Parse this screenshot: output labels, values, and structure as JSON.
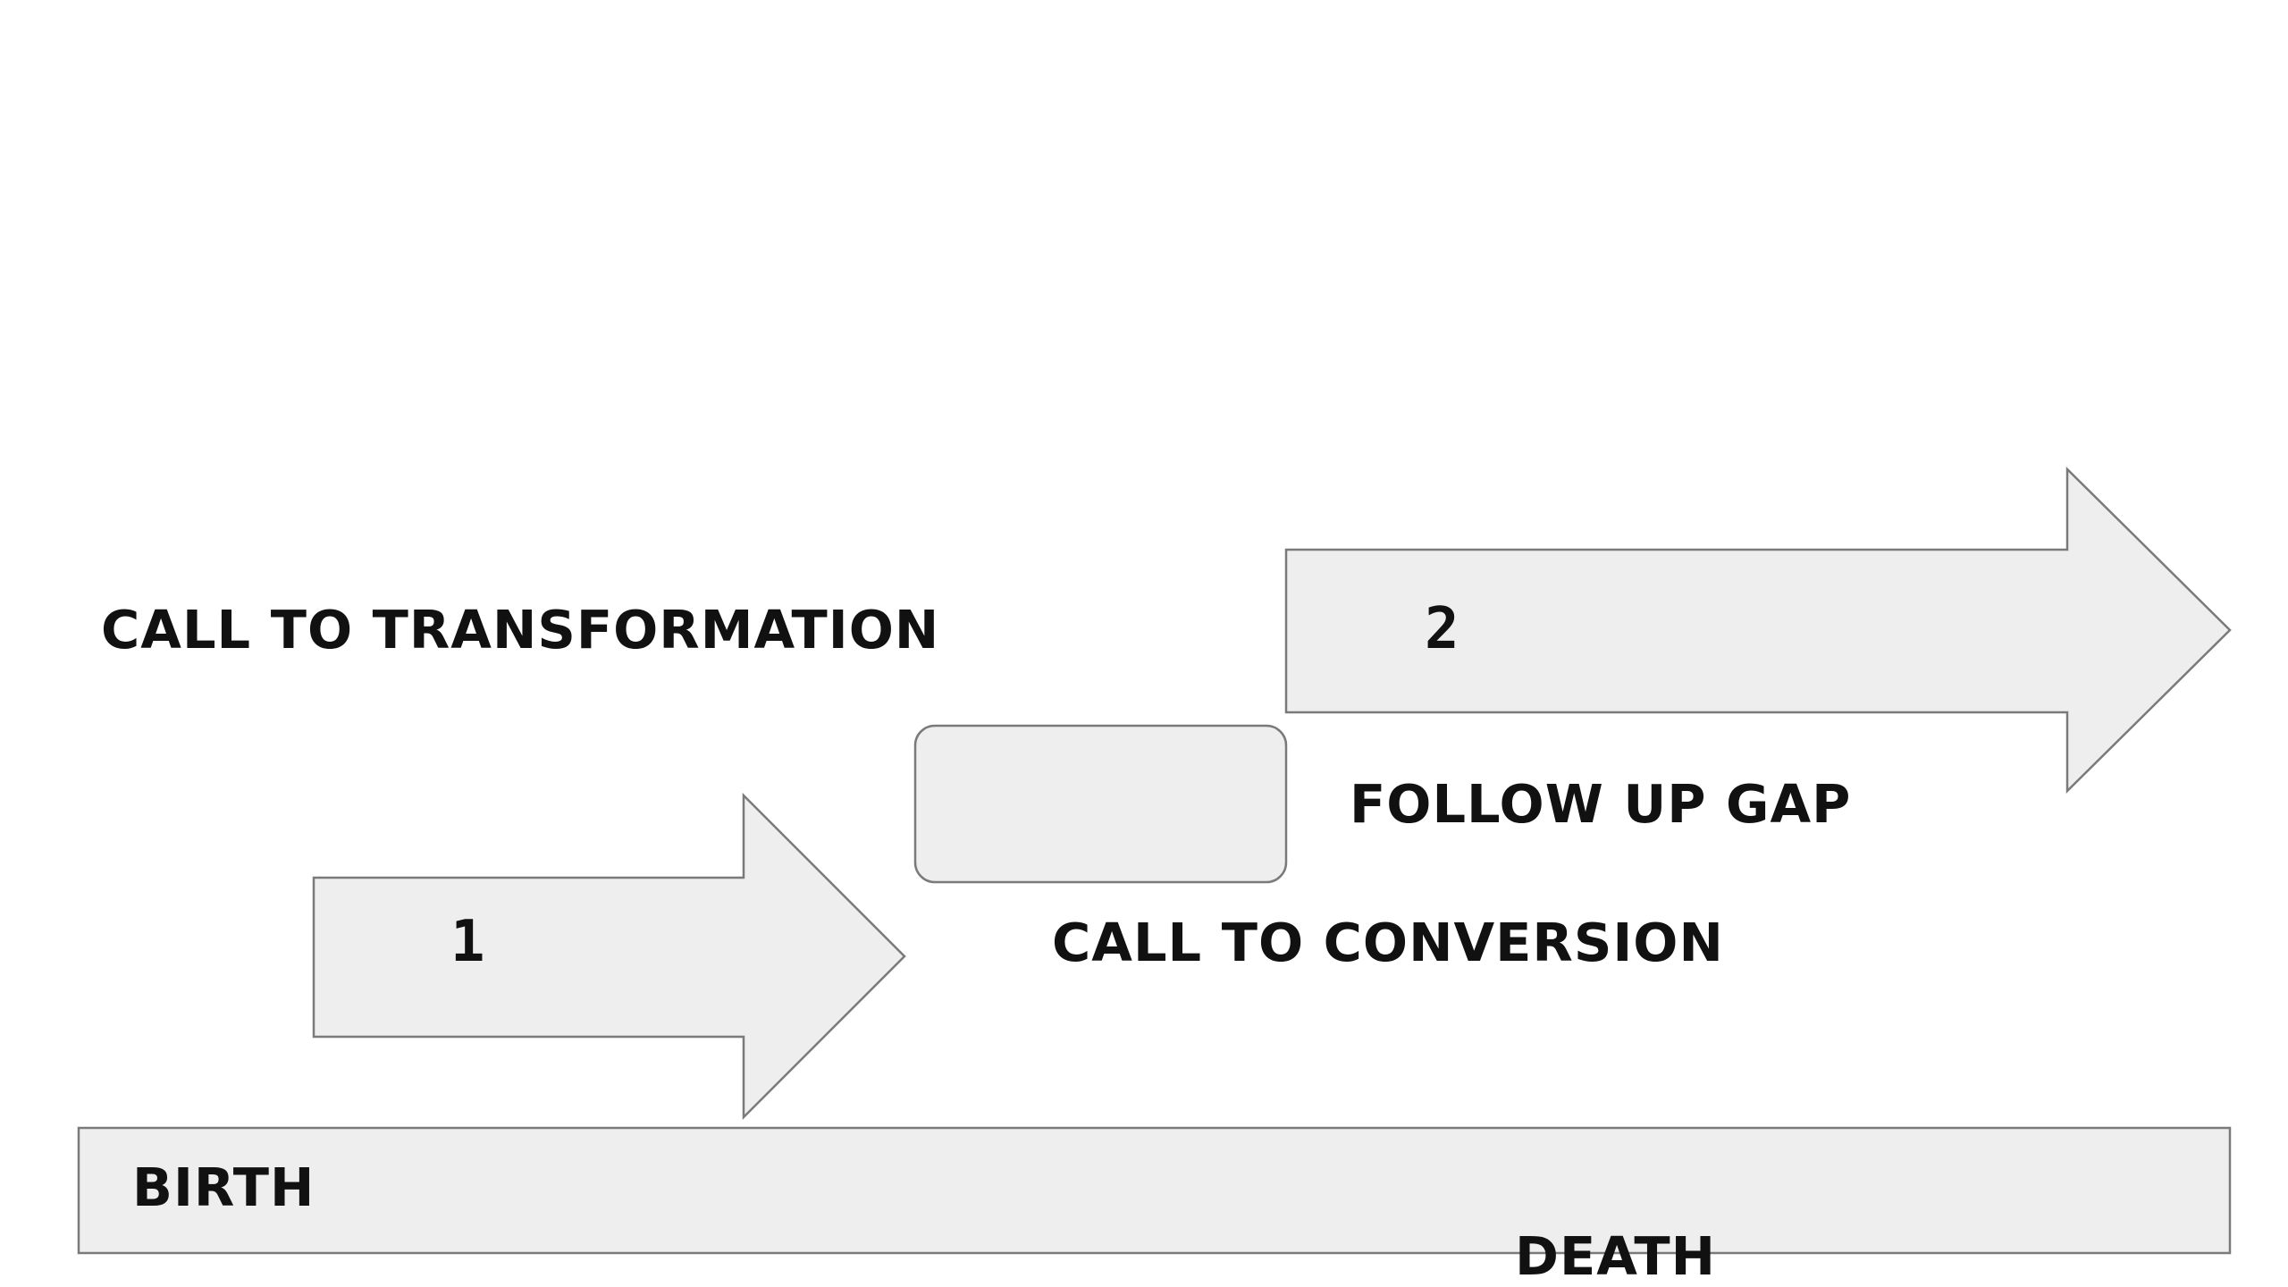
{
  "colors": {
    "shape_fill": "#eeeeee",
    "shape_stroke": "#7a7a7a",
    "text": "#111111",
    "background": "#ffffff"
  },
  "labels": {
    "call_to_transformation": "CALL TO TRANSFORMATION",
    "follow_up_gap": "FOLLOW UP GAP",
    "call_to_conversion": "CALL TO CONVERSION",
    "birth": "BIRTH",
    "death": "DEATH"
  },
  "arrows": {
    "first_number": "1",
    "second_number": "2"
  }
}
